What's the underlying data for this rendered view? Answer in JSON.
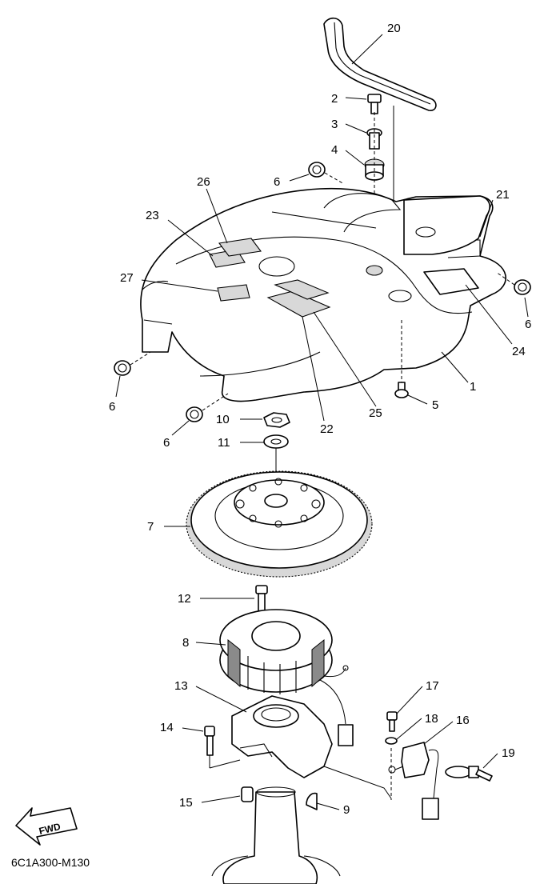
{
  "diagram": {
    "drawing_code": "6C1A300-M130",
    "direction_label": "FWD",
    "callouts": {
      "c1": "1",
      "c2": "2",
      "c3": "3",
      "c4": "4",
      "c5": "5",
      "c6a": "6",
      "c6b": "6",
      "c6c": "6",
      "c6d": "6",
      "c7": "7",
      "c8": "8",
      "c9": "9",
      "c10": "10",
      "c11": "11",
      "c12": "12",
      "c13": "13",
      "c14": "14",
      "c15": "15",
      "c16": "16",
      "c17": "17",
      "c18": "18",
      "c19": "19",
      "c20": "20",
      "c21": "21",
      "c22": "22",
      "c23": "23",
      "c24": "24",
      "c25": "25",
      "c26": "26",
      "c27": "27"
    }
  }
}
